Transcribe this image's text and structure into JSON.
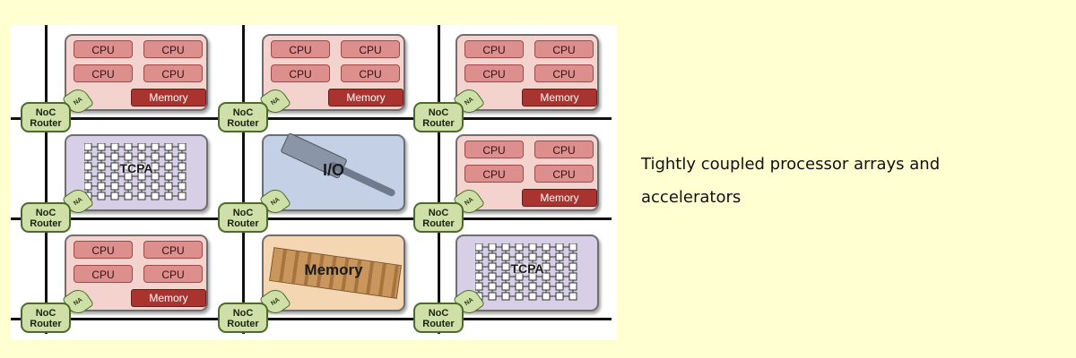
{
  "diagram": {
    "router_label_line1": "NoC",
    "router_label_line2": "Router",
    "na_label": "NA",
    "tiles": [
      {
        "kind": "cpu",
        "cpu_labels": [
          "CPU",
          "CPU",
          "CPU",
          "CPU"
        ],
        "memory_label": "Memory"
      },
      {
        "kind": "cpu",
        "cpu_labels": [
          "CPU",
          "CPU",
          "CPU",
          "CPU"
        ],
        "memory_label": "Memory"
      },
      {
        "kind": "cpu",
        "cpu_labels": [
          "CPU",
          "CPU",
          "CPU",
          "CPU"
        ],
        "memory_label": "Memory"
      },
      {
        "kind": "tcpa",
        "label": "TCPA"
      },
      {
        "kind": "io",
        "label": "I/O"
      },
      {
        "kind": "cpu",
        "cpu_labels": [
          "CPU",
          "CPU",
          "CPU",
          "CPU"
        ],
        "memory_label": "Memory"
      },
      {
        "kind": "cpu",
        "cpu_labels": [
          "CPU",
          "CPU",
          "CPU",
          "CPU"
        ],
        "memory_label": "Memory"
      },
      {
        "kind": "mem",
        "label": "Memory"
      },
      {
        "kind": "tcpa",
        "label": "TCPA"
      }
    ]
  },
  "caption": "Tightly coupled processor arrays and accelerators",
  "colors": {
    "page_background": "#ffffd2",
    "cpu_tile": "#f4d3cf",
    "cpu_box": "#dc8f8c",
    "memory_box": "#a8332f",
    "tcpa_tile": "#d6cfe6",
    "io_tile": "#c3d0e6",
    "memory_tile": "#f4d7b2",
    "router": "#cfdfa8"
  }
}
